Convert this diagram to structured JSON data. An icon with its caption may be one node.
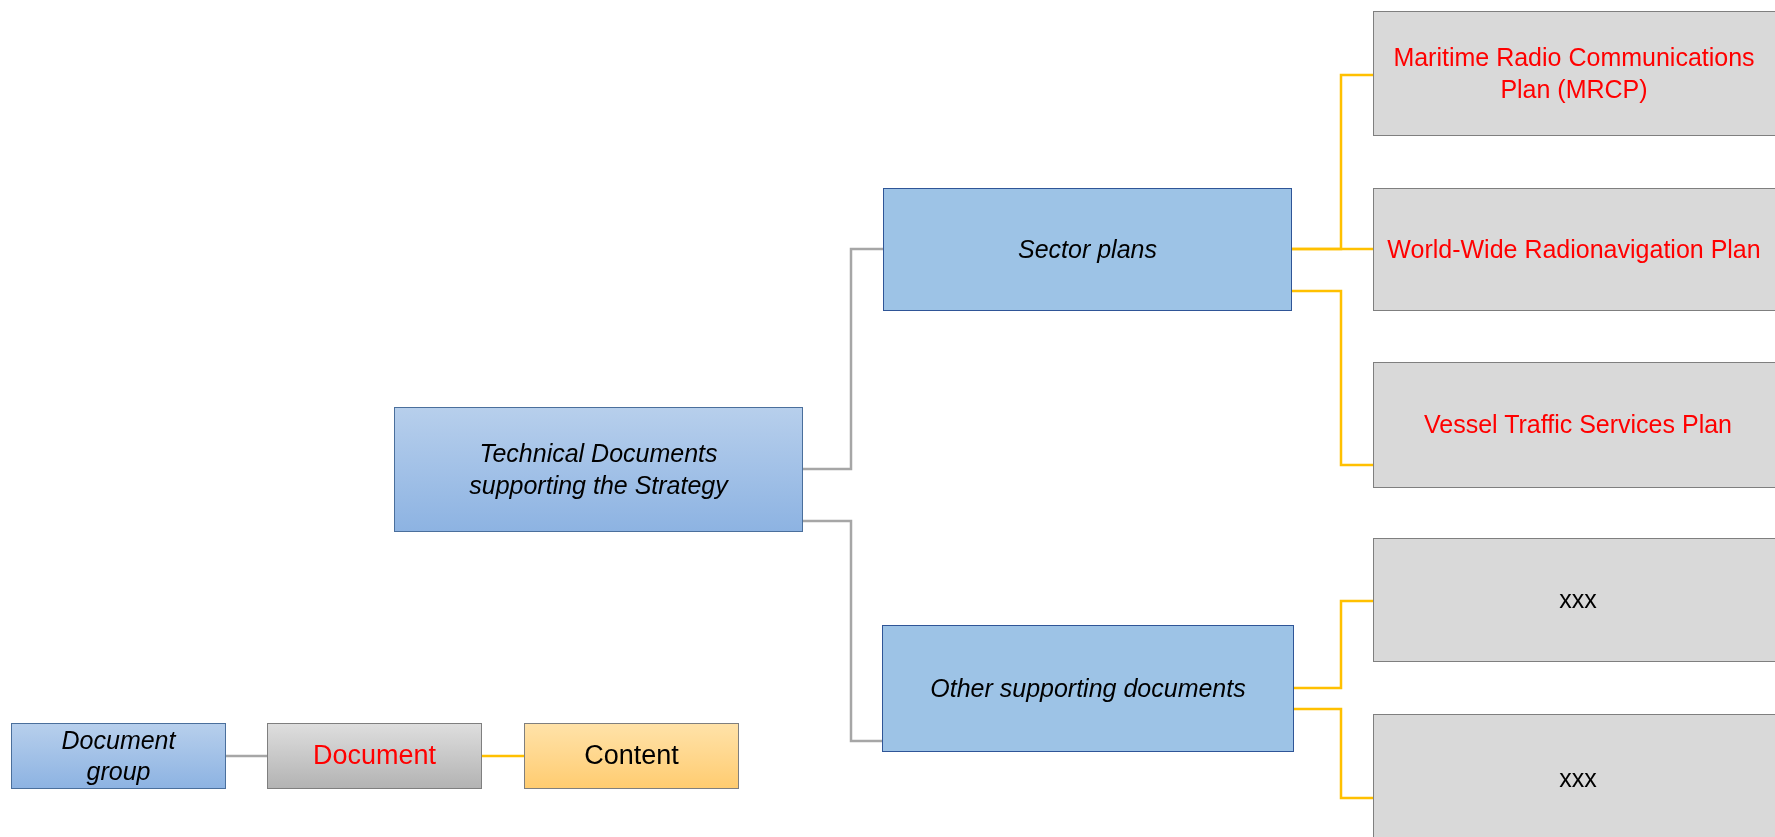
{
  "diagram": {
    "nodes": [
      {
        "text": [
          "Technical Documents supporting the Strategy"
        ]
      },
      {
        "text": [
          "Sector plans"
        ]
      },
      {
        "text": [
          "Maritime Radio Communications Plan (MRCP)"
        ]
      },
      {
        "text": [
          "World-Wide Radionavigation Plan"
        ]
      },
      {
        "text": [
          "Vessel Traffic Services Plan"
        ]
      },
      {
        "text": [
          "Other supporting documents"
        ]
      },
      {
        "text": [
          "xxx"
        ]
      },
      {
        "text": [
          "xxx"
        ]
      },
      {
        "text": [
          "Document group"
        ]
      },
      {
        "text": [
          "Document"
        ]
      },
      {
        "text": [
          "Content"
        ]
      }
    ],
    "edges": [
      {
        "from": 0,
        "to": 1,
        "arrow": "none",
        "color": "#a6a6a6"
      },
      {
        "from": 0,
        "to": 5,
        "arrow": "none",
        "color": "#a6a6a6"
      },
      {
        "from": 1,
        "to": 2,
        "arrow": "none",
        "color": "#ffc000"
      },
      {
        "from": 1,
        "to": 3,
        "arrow": "none",
        "color": "#ffc000"
      },
      {
        "from": 1,
        "to": 4,
        "arrow": "none",
        "color": "#ffc000"
      },
      {
        "from": 5,
        "to": 6,
        "arrow": "none",
        "color": "#ffc000"
      },
      {
        "from": 5,
        "to": 7,
        "arrow": "none",
        "color": "#ffc000"
      },
      {
        "from": 8,
        "to": 9,
        "arrow": "none",
        "color": "#a6a6a6"
      },
      {
        "from": 9,
        "to": 10,
        "arrow": "none",
        "color": "#ffc000"
      }
    ]
  }
}
